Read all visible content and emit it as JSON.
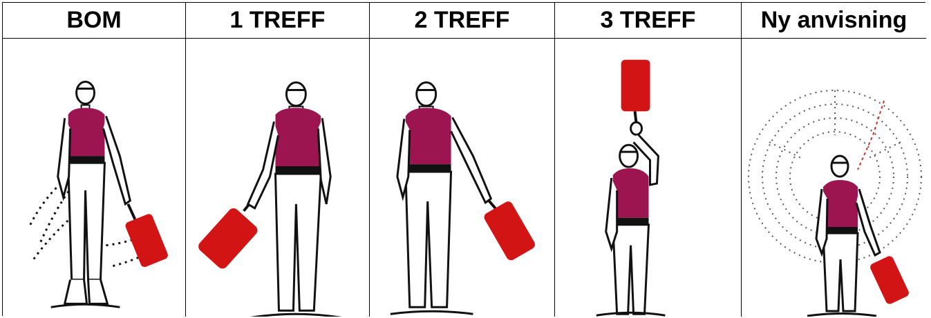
{
  "columns": [
    {
      "label": "BOM",
      "figure": "flagger-arm-down-swinging-flag"
    },
    {
      "label": "1 TREFF",
      "figure": "flagger-left-arm-flag-out"
    },
    {
      "label": "2 TREFF",
      "figure": "flagger-right-arm-flag-out"
    },
    {
      "label": "3 TREFF",
      "figure": "flagger-flag-raised-overhead"
    },
    {
      "label": "Ny anvisning",
      "figure": "flagger-flag-circling"
    }
  ],
  "colors": {
    "shirt": "#9c1450",
    "flag": "#d21414",
    "ink": "#111111"
  }
}
